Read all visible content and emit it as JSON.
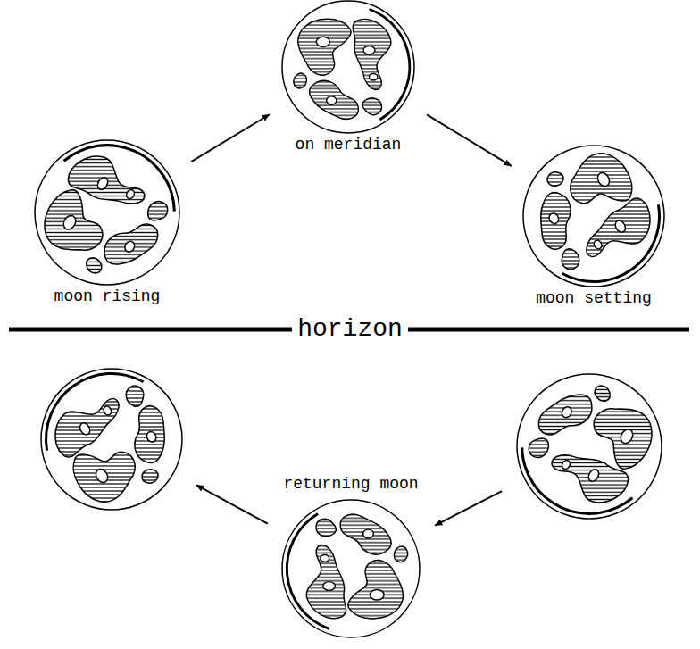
{
  "diagram": {
    "nodes": [
      {
        "text": [
          "moon rising"
        ]
      },
      {
        "text": [
          "on meridian"
        ]
      },
      {
        "text": [
          "moon setting"
        ]
      },
      {
        "text": []
      },
      {
        "text": [
          "returning moon"
        ]
      },
      {
        "text": []
      }
    ],
    "edges": [
      {
        "from": 0,
        "to": 1,
        "arrow": "to"
      },
      {
        "from": 1,
        "to": 2,
        "arrow": "to"
      },
      {
        "from": 3,
        "to": 4,
        "arrow": "to"
      },
      {
        "from": 4,
        "to": 5,
        "arrow": "to"
      }
    ],
    "labels": [
      "horizon"
    ]
  }
}
